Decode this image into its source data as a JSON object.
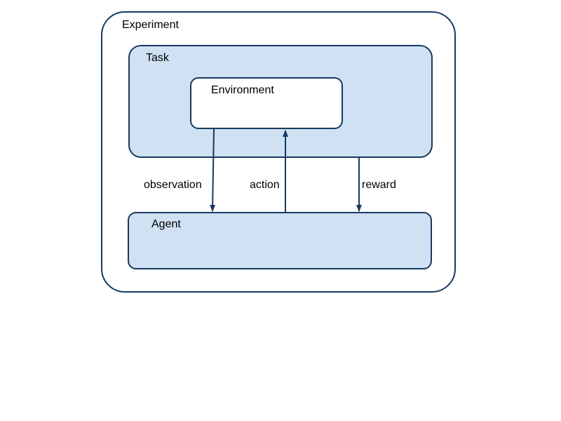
{
  "diagram": {
    "experiment_label": "Experiment",
    "task_label": "Task",
    "environment_label": "Environment",
    "agent_label": "Agent",
    "edges": {
      "observation": "observation",
      "action": "action",
      "reward": "reward"
    }
  },
  "colors": {
    "stroke": "#163a5f",
    "box_fill": "#cfe1f2",
    "inner_fill": "#ffffff"
  }
}
